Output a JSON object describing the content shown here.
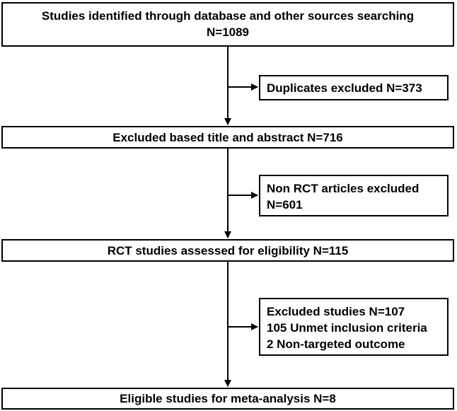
{
  "flow": {
    "identified": {
      "line1": "Studies identified through database and other sources searching",
      "line2": "N=1089"
    },
    "duplicates": {
      "line1": "Duplicates excluded N=373"
    },
    "screened": {
      "line1": "Excluded based title and abstract N=716"
    },
    "non_rct": {
      "line1": "Non RCT articles excluded",
      "line2": "N=601"
    },
    "eligibility": {
      "line1": "RCT studies assessed for eligibility N=115"
    },
    "excluded": {
      "line1": "Excluded studies N=107",
      "line2": "105 Unmet inclusion criteria",
      "line3": "2 Non-targeted outcome"
    },
    "final": {
      "line1": "Eligible studies for meta-analysis N=8"
    }
  },
  "colors": {
    "stroke": "#000000",
    "fill": "#ffffff",
    "text": "#000000"
  }
}
